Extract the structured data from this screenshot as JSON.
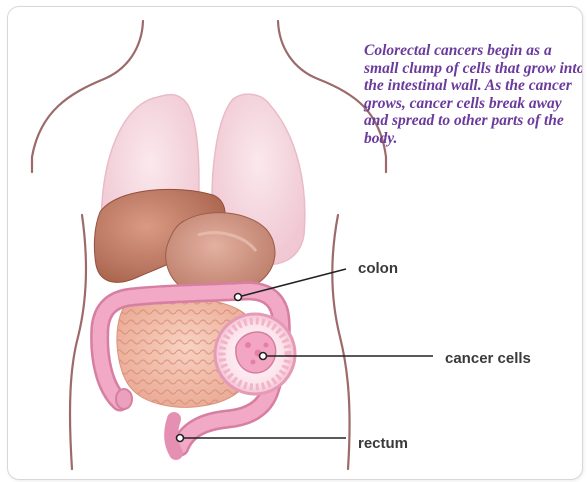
{
  "caption": "Colorectal cancers begin as a small clump of cells that grow into the intestinal wall. As the cancer grows, cancer cells break away and spread to other parts of the body.",
  "labels": {
    "colon": "colon",
    "cancer_cells": "cancer cells",
    "rectum": "rectum"
  },
  "colors": {
    "caption": "#6a3b9c",
    "label": "#3a3a3a",
    "leader": "#222222",
    "colon": "#e58fb2",
    "small_intestine": "#f2b9a3",
    "stomach": "#c98670",
    "liver": "#b7745c",
    "lungs": "#f6d5dd",
    "body_outline": "#9c6a6a",
    "tumor": "#f7b7cf"
  }
}
